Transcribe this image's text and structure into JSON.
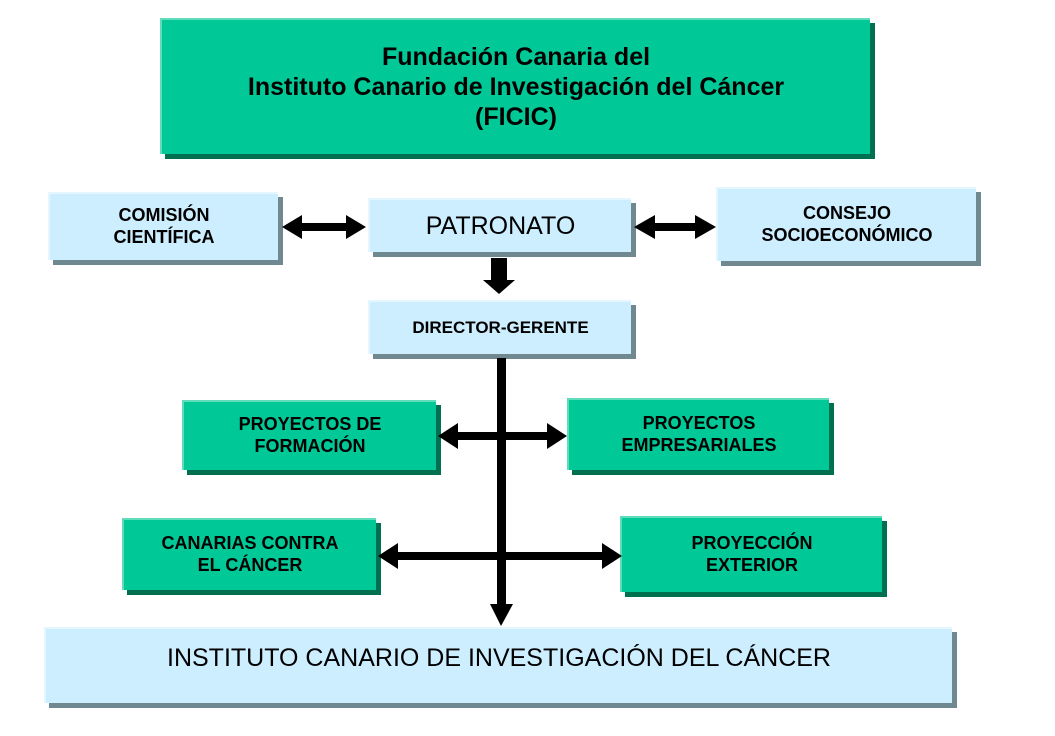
{
  "title_box": {
    "lines": [
      "Fundación Canaria del",
      "Instituto Canario de Investigación del Cáncer",
      "(FICIC)"
    ]
  },
  "nodes": {
    "comision": {
      "lines": [
        "COMISIÓN",
        "CIENTÍFICA"
      ]
    },
    "patronato": {
      "lines": [
        "PATRONATO"
      ]
    },
    "consejo": {
      "lines": [
        "CONSEJO",
        "SOCIOECONÓMICO"
      ]
    },
    "director": {
      "lines": [
        "DIRECTOR-GERENTE"
      ]
    },
    "formacion": {
      "lines": [
        "PROYECTOS DE",
        "FORMACIÓN"
      ]
    },
    "empresariales": {
      "lines": [
        "PROYECTOS",
        "EMPRESARIALES"
      ]
    },
    "canarias": {
      "lines": [
        "CANARIAS CONTRA",
        "EL CÁNCER"
      ]
    },
    "exterior": {
      "lines": [
        "PROYECCIÓN",
        "EXTERIOR"
      ]
    },
    "instituto": {
      "lines": [
        "INSTITUTO CANARIO DE INVESTIGACIÓN DEL CÁNCER"
      ]
    }
  },
  "colors": {
    "green": "#00c896",
    "light_blue": "#cceeff",
    "arrow": "#000000"
  }
}
